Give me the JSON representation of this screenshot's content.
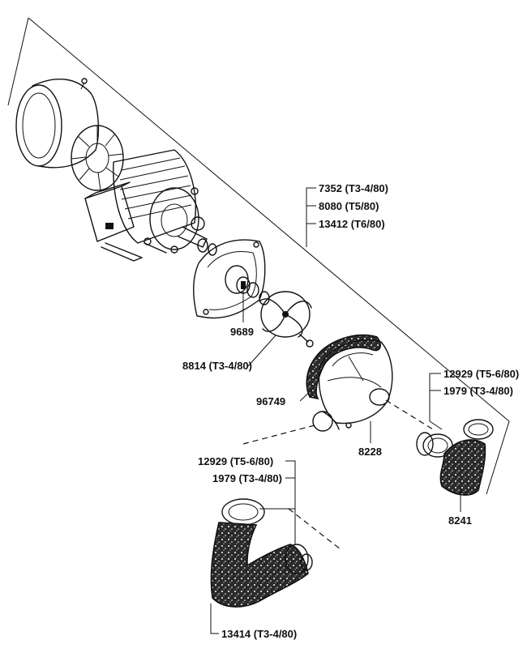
{
  "labels": {
    "motor_part_a": "7352 (T3-4/80)",
    "motor_part_b": "8080 (T5/80)",
    "motor_part_c": "13412 (T6/80)",
    "seal": "9689",
    "impeller": "8814 (T3-4/80)",
    "gasket": "96749",
    "pump_housing": "8228",
    "clamp_right_a": "12929 (T5-6/80)",
    "clamp_right_b": "1979 (T3-4/80)",
    "hose_short": "8241",
    "clamp_left_a": "12929 (T5-6/80)",
    "clamp_left_b": "1979 (T3-4/80)",
    "hose_long": "13414 (T3-4/80)"
  }
}
